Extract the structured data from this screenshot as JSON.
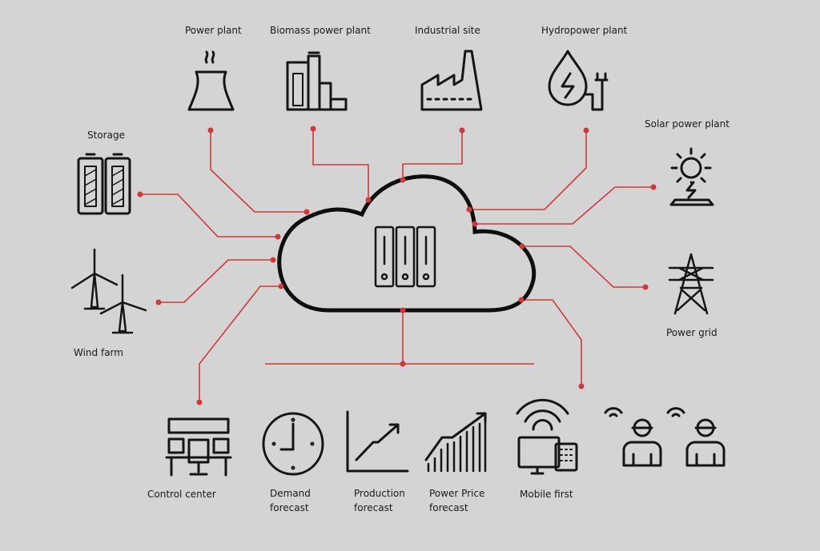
{
  "colors": {
    "background": "#d4d4d4",
    "connector": "#d0373a",
    "icon": "#151515"
  },
  "hub": {
    "icon": "server-cloud-icon"
  },
  "nodes": {
    "power_plant": "Power plant",
    "biomass": "Biomass power plant",
    "industrial": "Industrial site",
    "hydropower": "Hydropower plant",
    "solar": "Solar power plant",
    "storage": "Storage",
    "wind": "Wind farm",
    "grid": "Power grid",
    "control": "Control center",
    "demand": [
      "Demand",
      "forecast"
    ],
    "production": [
      "Production",
      "forecast"
    ],
    "price": [
      "Power Price",
      "forecast"
    ],
    "mobile": "Mobile first"
  }
}
